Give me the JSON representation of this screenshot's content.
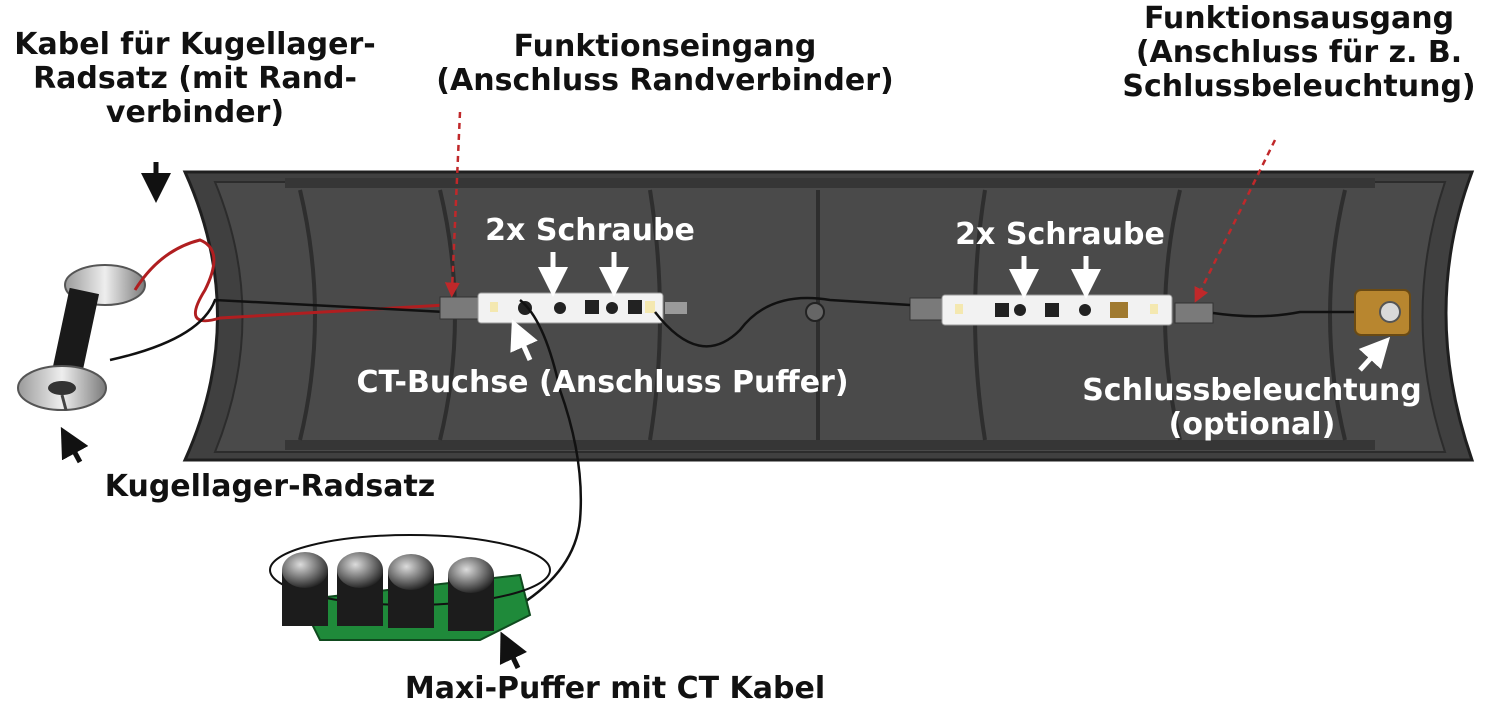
{
  "labels": {
    "kabel": [
      "Kabel für Kugellager-",
      "Radsatz (mit Rand-",
      "verbinder)"
    ],
    "funktionseingang": [
      "Funktionseingang",
      "(Anschluss Randverbinder)"
    ],
    "funktionsausgang": [
      "Funktionsausgang",
      "(Anschluss für z. B.",
      "Schlussbeleuchtung)"
    ],
    "schraube_left": "2x Schraube",
    "schraube_right": "2x Schraube",
    "ct_buchse": "CT-Buchse (Anschluss Puffer)",
    "schlussbeleuchtung": [
      "Schlussbeleuchtung",
      "(optional)"
    ],
    "kugellager": "Kugellager-Radsatz",
    "maxi_puffer": "Maxi-Puffer mit CT Kabel"
  },
  "colors": {
    "tray": "#3f3f3f",
    "tray_edge": "#2a2a2a",
    "pcb": "#f2f2f2",
    "red_leader": "#c0282a",
    "buffer_pcb": "#1f8a3a",
    "lamp_brass": "#b8862f"
  }
}
